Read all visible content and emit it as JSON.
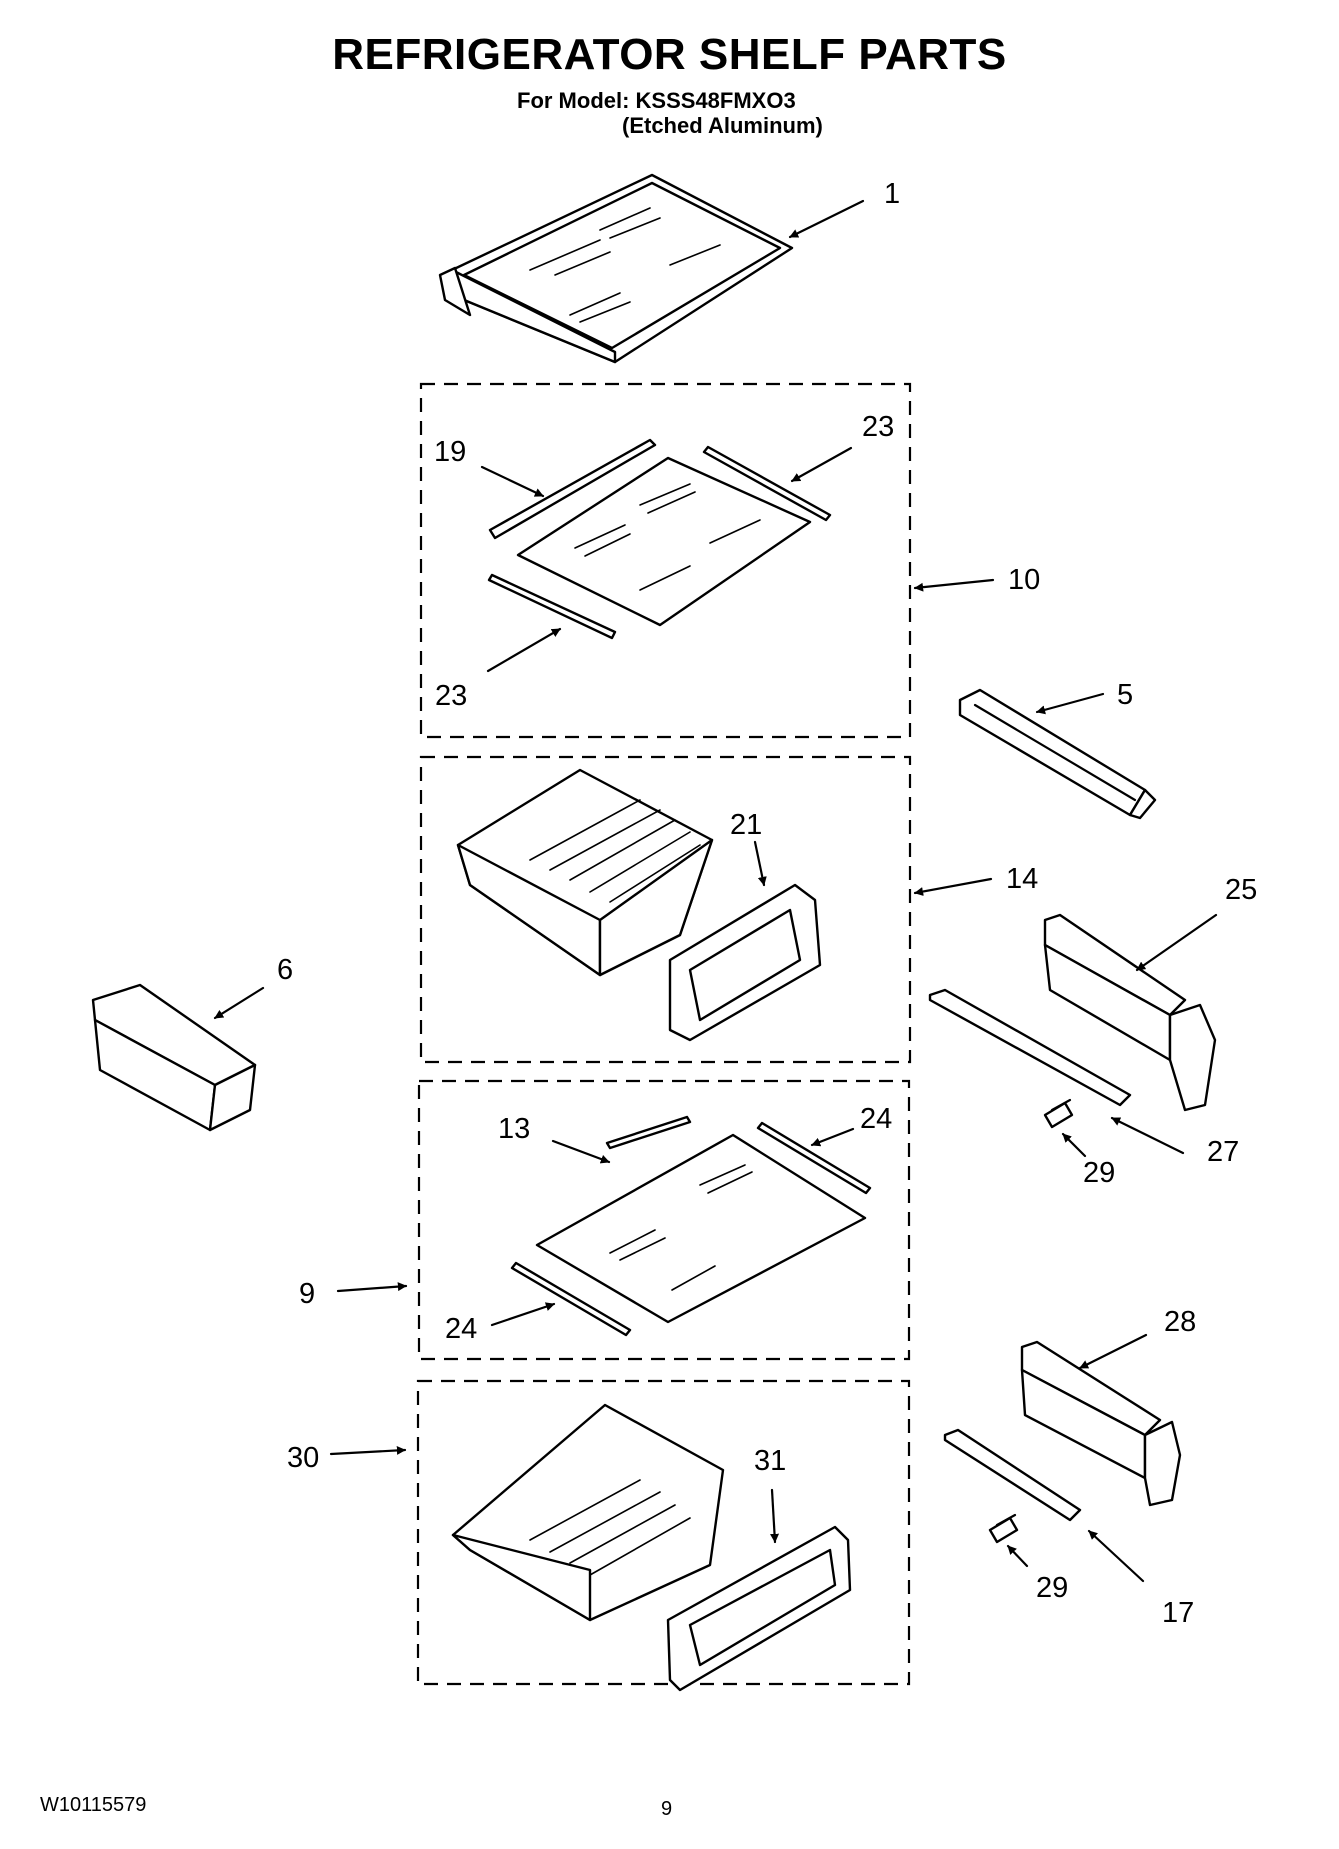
{
  "title": "REFRIGERATOR SHELF PARTS",
  "model_line": "For Model: KSSS48FMXO3",
  "finish_line": "(Etched Aluminum)",
  "document_number": "W10115579",
  "page_number": "9",
  "callouts": {
    "c1": "1",
    "c19": "19",
    "c23a": "23",
    "c23b": "23",
    "c10": "10",
    "c5": "5",
    "c21": "21",
    "c14": "14",
    "c25": "25",
    "c6": "6",
    "c27": "27",
    "c29a": "29",
    "c13": "13",
    "c24a": "24",
    "c9": "9",
    "c24b": "24",
    "c28": "28",
    "c30": "30",
    "c31": "31",
    "c29b": "29",
    "c17": "17"
  }
}
